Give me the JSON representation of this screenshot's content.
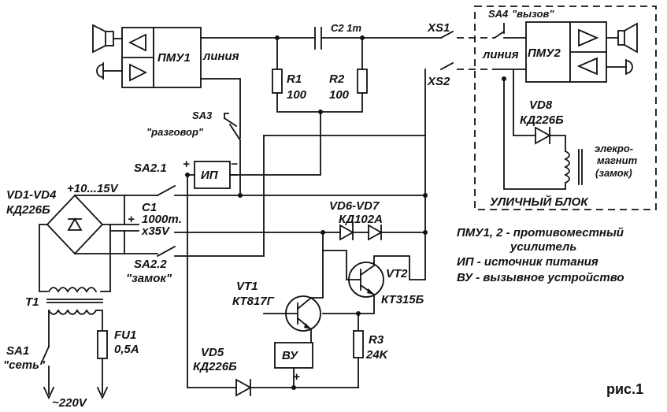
{
  "labels": {
    "pmu1": "ПМУ1",
    "pmu2": "ПМУ2",
    "line1": "линия",
    "line2": "линия",
    "c2": "C2 1m",
    "xs1": "XS1",
    "xs2": "XS2",
    "sa4": "SA4",
    "sa4_name": "\"вызов\"",
    "r1": "R1",
    "r1_val": "100",
    "r2": "R2",
    "r2_val": "100",
    "sa3": "SA3",
    "sa3_name": "\"разговор\"",
    "vd8": "VD8",
    "vd8_type": "КД226Б",
    "magnet1": "элекро-",
    "magnet2": "магнит",
    "magnet3": "(замок)",
    "street_block": "УЛИЧНЫЙ БЛОК",
    "sa21": "SA2.1",
    "ip": "ИП",
    "plus": "+",
    "minus": "−",
    "vdbridge": "VD1-VD4",
    "vdbridge_type": "КД226Б",
    "voltage": "+10...15V",
    "c1": "C1",
    "c1_val": "1000m.",
    "c1_volt": "x35V",
    "c1_plus": "+",
    "vd67": "VD6-VD7",
    "vd67_type": "КД102А",
    "sa22": "SA2.2",
    "sa22_name": "\"замок\"",
    "vt1": "VT1",
    "vt1_type": "КТ817Г",
    "vt2": "VT2",
    "vt2_type": "КТ315Б",
    "t1": "T1",
    "fu1": "FU1",
    "fu1_val": "0,5А",
    "sa1": "SA1",
    "sa1_name": "\"сеть\"",
    "r3": "R3",
    "r3_val": "24K",
    "vu": "ВУ",
    "vu_plus": "+",
    "vd5": "VD5",
    "vd5_type": "КД226Б",
    "mains": "~220V",
    "figure": "рис.1"
  },
  "legend": [
    "ПМУ1, 2 - противоместный",
    "усилитель",
    "ИП - источник питания",
    "ВУ - вызывное устройство"
  ]
}
